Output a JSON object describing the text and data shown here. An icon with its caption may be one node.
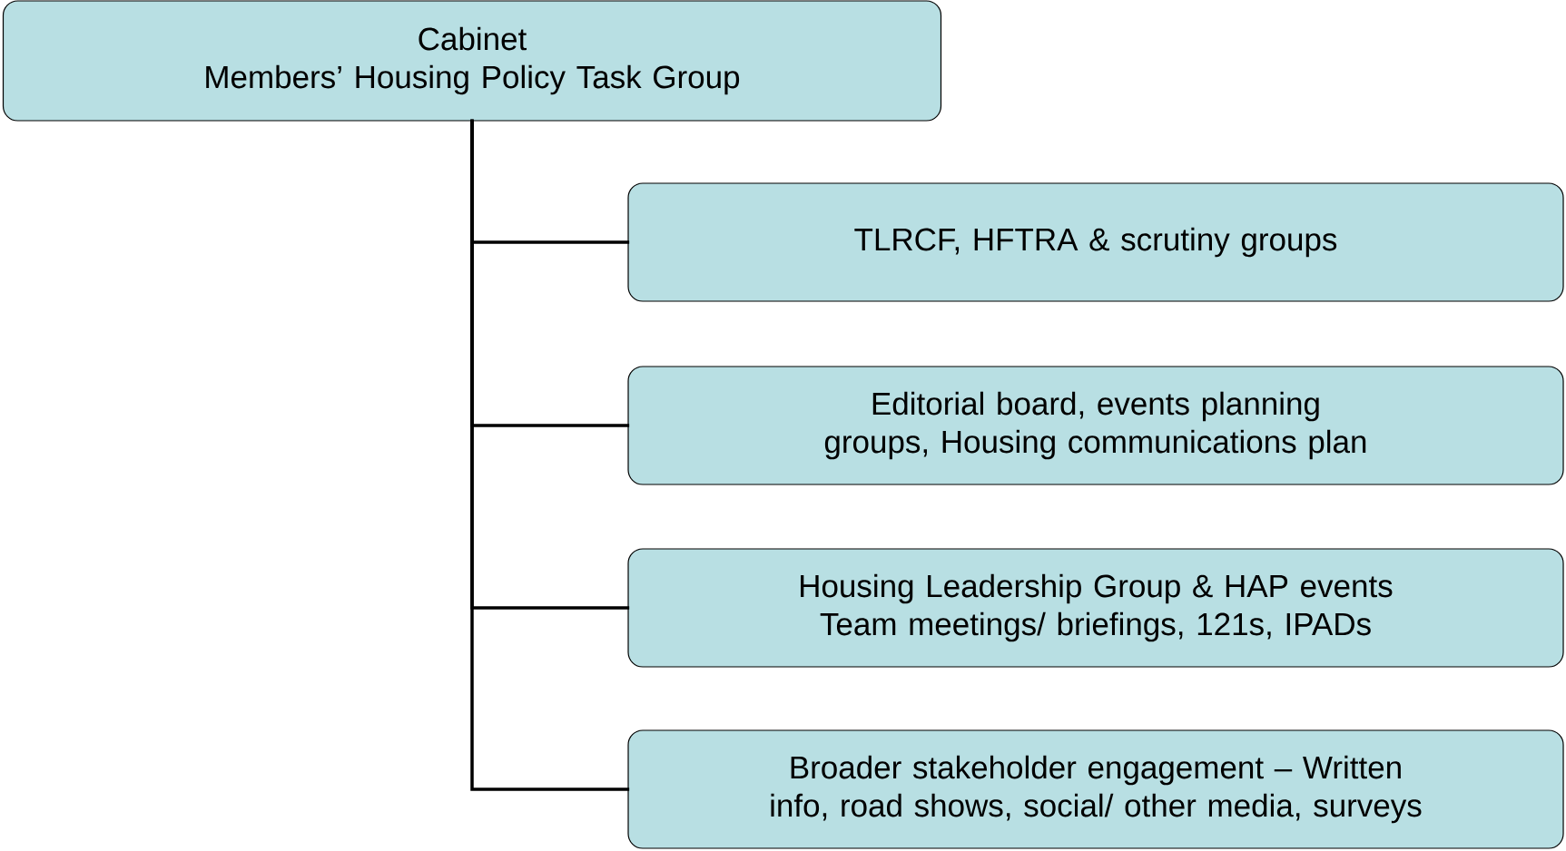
{
  "diagram": {
    "nodes": [
      {
        "text": [
          "Cabinet",
          "Members’ Housing Policy Task Group"
        ]
      },
      {
        "text": [
          "TLRCF, HFTRA & scrutiny groups"
        ]
      },
      {
        "text": [
          "Editorial board, events planning groups, Housing communications plan"
        ]
      },
      {
        "text": [
          "Housing Leadership Group & HAP events Team meetings/ briefings, 121s, IPADs"
        ]
      },
      {
        "text": [
          "Broader stakeholder engagement – Written info, road shows, social/ other media, surveys"
        ]
      }
    ],
    "edges": [
      {
        "from": 0,
        "to": 1,
        "arrow": "none"
      },
      {
        "from": 0,
        "to": 2,
        "arrow": "none"
      },
      {
        "from": 0,
        "to": 3,
        "arrow": "none"
      },
      {
        "from": 0,
        "to": 4,
        "arrow": "none"
      }
    ]
  }
}
